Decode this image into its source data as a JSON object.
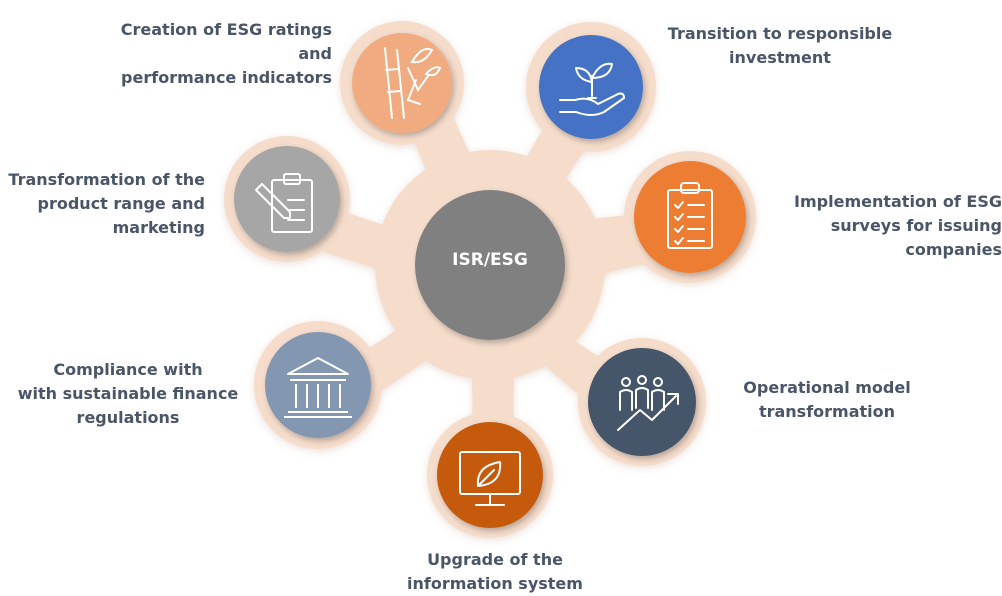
{
  "center": {
    "label": "ISR/ESG",
    "color": "#808080"
  },
  "blob_color": "#f5dccb",
  "nodes": [
    {
      "label": "Creation of ESG ratings and\nperformance indicators",
      "color": "#f0ab80",
      "icon": "bamboo-icon"
    },
    {
      "label": "Transition to responsible\ninvestment",
      "color": "#4472c4",
      "icon": "hand-plant-icon"
    },
    {
      "label": "Transformation of the\nproduct range and\nmarketing",
      "color": "#a6a6a6",
      "icon": "clipboard-pen-icon"
    },
    {
      "label": "Implementation of ESG\nsurveys for issuing\ncompanies",
      "color": "#ed7d31",
      "icon": "checklist-icon"
    },
    {
      "label": "Compliance with\nwith sustainable finance\nregulations",
      "color": "#8497b0",
      "icon": "institution-icon"
    },
    {
      "label": "Operational model\ntransformation",
      "color": "#44546a",
      "icon": "team-growth-icon"
    },
    {
      "label": "Upgrade of the\ninformation system",
      "color": "#c55a11",
      "icon": "monitor-leaf-icon"
    }
  ]
}
